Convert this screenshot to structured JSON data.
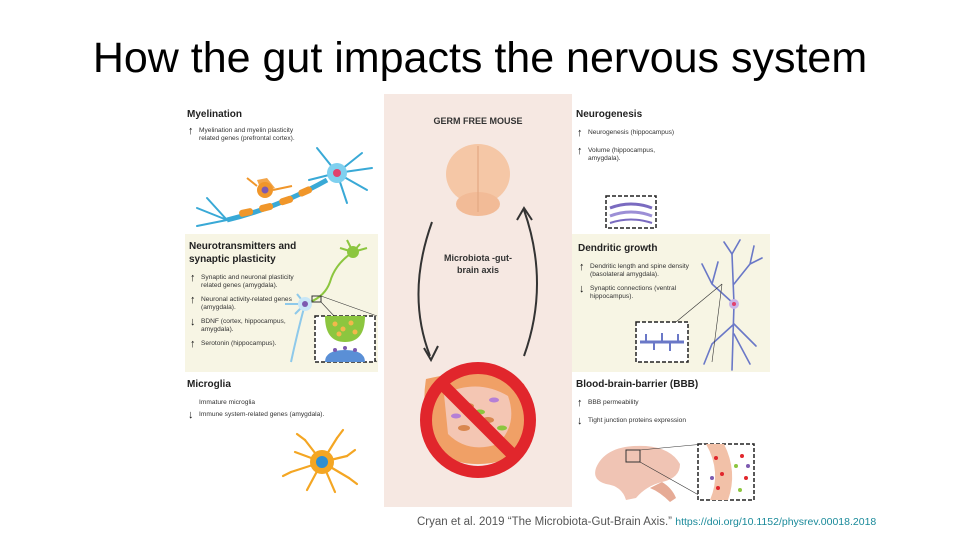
{
  "slide": {
    "title": "How the gut impacts the nervous system"
  },
  "left_panels": {
    "myelination": {
      "title": "Myelination",
      "items": [
        {
          "direction": "up",
          "text": "Myelination and myelin plasticity related genes (prefrontal cortex)."
        }
      ]
    },
    "neurotransmitters": {
      "title": "Neurotransmitters and synaptic plasticity",
      "items": [
        {
          "direction": "up",
          "text": "Synaptic and neuronal plasticity related genes (amygdala)."
        },
        {
          "direction": "up",
          "text": "Neuronal activity-related genes (amygdala)."
        },
        {
          "direction": "down",
          "text": "BDNF (cortex, hippocampus, amygdala)."
        },
        {
          "direction": "up",
          "text": "Serotonin (hippocampus)."
        }
      ]
    },
    "microglia": {
      "title": "Microglia",
      "items": [
        {
          "direction": "none",
          "text": "Immature microglia"
        },
        {
          "direction": "down",
          "text": "Immune system-related genes (amygdala)."
        }
      ]
    }
  },
  "center_panel": {
    "heading": "GERM FREE MOUSE",
    "axis_label": "Microbiota -gut-brain axis"
  },
  "right_panels": {
    "neurogenesis": {
      "title": "Neurogenesis",
      "items": [
        {
          "direction": "up",
          "text": "Neurogenesis (hippocampus)"
        },
        {
          "direction": "up",
          "text": "Volume (hippocampus, amygdala)."
        }
      ]
    },
    "dendritic": {
      "title": "Dendritic growth",
      "items": [
        {
          "direction": "up",
          "text": "Dendritic length and spine density (basolateral amygdala)."
        },
        {
          "direction": "down",
          "text": "Synaptic connections (ventral hippocampus)."
        }
      ]
    },
    "bbb": {
      "title": "Blood-brain-barrier (BBB)",
      "items": [
        {
          "direction": "up",
          "text": "BBB permeability"
        },
        {
          "direction": "down",
          "text": "Tight junction proteins expression"
        }
      ]
    }
  },
  "arrows": {
    "up": "↑",
    "down": "↓"
  },
  "citation": {
    "text": "Cryan et al. 2019 “The Microbiota-Gut-Brain Axis.”",
    "link": "https://doi.org/10.1152/physrev.00018.2018"
  },
  "colors": {
    "panel_highlight": "#f7f5e4",
    "center_bg": "#f6e8e2",
    "neuron_blue": "#39a9d6",
    "neuron_orange": "#f0962a",
    "prohibition_red": "#e1262c",
    "link_teal": "#1a8a9a"
  }
}
